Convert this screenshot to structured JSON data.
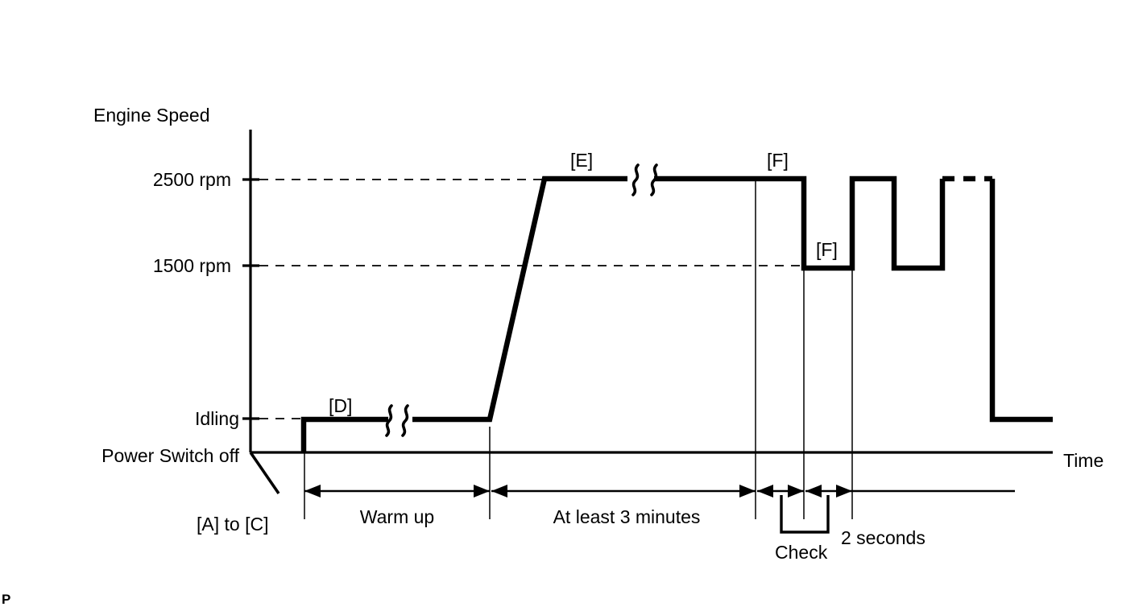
{
  "figure": {
    "title_axis_y": "Engine Speed",
    "title_axis_x": "Time",
    "corner_code": "P"
  },
  "axis": {
    "y_ticks": [
      {
        "label": "2500 rpm",
        "value": 2500
      },
      {
        "label": "1500 rpm",
        "value": 1500
      },
      {
        "label": "Idling",
        "value": 0
      }
    ],
    "baseline_label": "Power Switch off"
  },
  "markers": [
    {
      "id": "marker-a-to-c",
      "label": "[A] to [C]"
    },
    {
      "id": "marker-d",
      "label": "[D]"
    },
    {
      "id": "marker-e",
      "label": "[E]"
    },
    {
      "id": "marker-f-high",
      "label": "[F]"
    },
    {
      "id": "marker-f-low",
      "label": "[F]"
    }
  ],
  "annotations": [
    {
      "id": "warm-up",
      "label": "Warm up"
    },
    {
      "id": "at-least-3-minutes",
      "label": "At least 3 minutes"
    },
    {
      "id": "check",
      "label": "Check"
    },
    {
      "id": "two-seconds",
      "label": "2 seconds"
    }
  ],
  "chart_data": {
    "type": "line",
    "title": "Engine Speed",
    "xlabel": "Time",
    "ylabel": "Engine Speed",
    "grid": "dashed horizontal reference lines at 2500 rpm and 1500 rpm and Idling",
    "legend": "none",
    "y_levels": {
      "power_switch_off": 0,
      "idling": 1,
      "1500_rpm": 1500,
      "2500_rpm": 2500
    },
    "y_tick_labels": [
      "2500 rpm",
      "1500 rpm",
      "Idling",
      "Power Switch off"
    ],
    "series": [
      {
        "name": "Engine speed vs time",
        "points": [
          {
            "t": "start",
            "level": "Power Switch off",
            "note": "[A] to [C] power switch off"
          },
          {
            "t": "ignition",
            "level": "Idling",
            "note": "[D] idling, warm up period (time break shown)"
          },
          {
            "t": "ramp_start",
            "level": "Idling",
            "note": "end of warm up"
          },
          {
            "t": "ramp_end",
            "level": "2500 rpm",
            "note": "[E] hold at 2500 rpm"
          },
          {
            "t": "hold_2500",
            "level": "2500 rpm",
            "note": "at least 3 minutes (time break shown)"
          },
          {
            "t": "check_start",
            "level": "2500 rpm",
            "note": "[F] check region begins"
          },
          {
            "t": "drop1",
            "level": "1500 rpm",
            "note": "[F] 1500 rpm for 2 seconds"
          },
          {
            "t": "rise1",
            "level": "2500 rpm",
            "note": "back to 2500 rpm"
          },
          {
            "t": "drop2",
            "level": "1500 rpm",
            "note": "1500 rpm"
          },
          {
            "t": "rise2",
            "level": "2500 rpm",
            "note": "2500 rpm, repeat (dashed)"
          },
          {
            "t": "end",
            "level": "Idling",
            "note": "return to idling"
          }
        ]
      }
    ],
    "annotations": [
      {
        "label": "Warm up",
        "span": "from engine start to ramp start"
      },
      {
        "label": "At least 3 minutes",
        "span": "2500 rpm hold duration"
      },
      {
        "label": "Check",
        "span": "inspection window"
      },
      {
        "label": "2 seconds",
        "span": "duration at 1500 rpm"
      },
      {
        "label": "[A] to [C]",
        "span": "power switch off point"
      },
      {
        "label": "[D]",
        "span": "idling segment"
      },
      {
        "label": "[E]",
        "span": "2500 rpm segment"
      },
      {
        "label": "[F]",
        "span": "2500 rpm check pulse"
      },
      {
        "label": "[F]",
        "span": "1500 rpm check pulse"
      }
    ]
  }
}
